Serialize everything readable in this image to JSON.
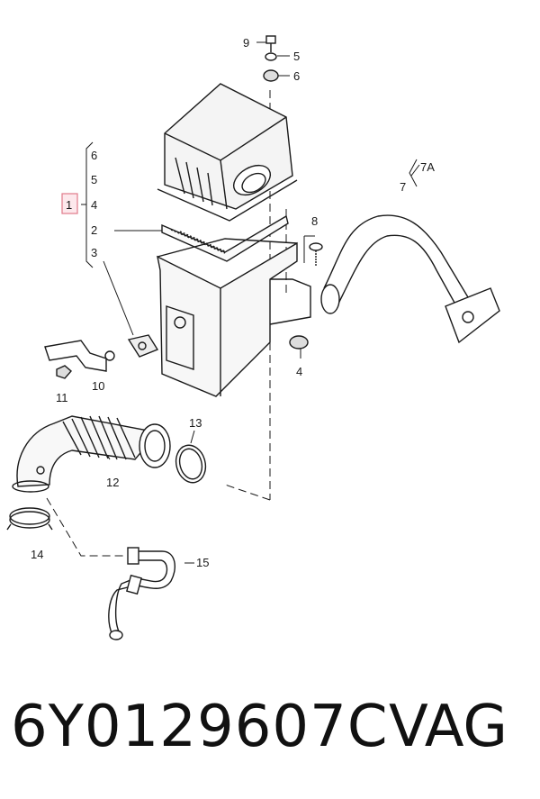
{
  "footer": {
    "part_number": "6Y0129607C",
    "brand": "VAG"
  },
  "callouts": {
    "c9": "9",
    "c5a": "5",
    "c6a": "6",
    "g6": "6",
    "g5": "5",
    "g1": "1",
    "g4": "4",
    "g2": "2",
    "g3": "3",
    "c8": "8",
    "c7a": "7A",
    "c7": "7",
    "c4": "4",
    "c11": "11",
    "c10": "10",
    "c13": "13",
    "c12": "12",
    "c14": "14",
    "c15": "15"
  },
  "colors": {
    "highlight_box": "#e07a8a",
    "ink": "#1a1a1a"
  }
}
